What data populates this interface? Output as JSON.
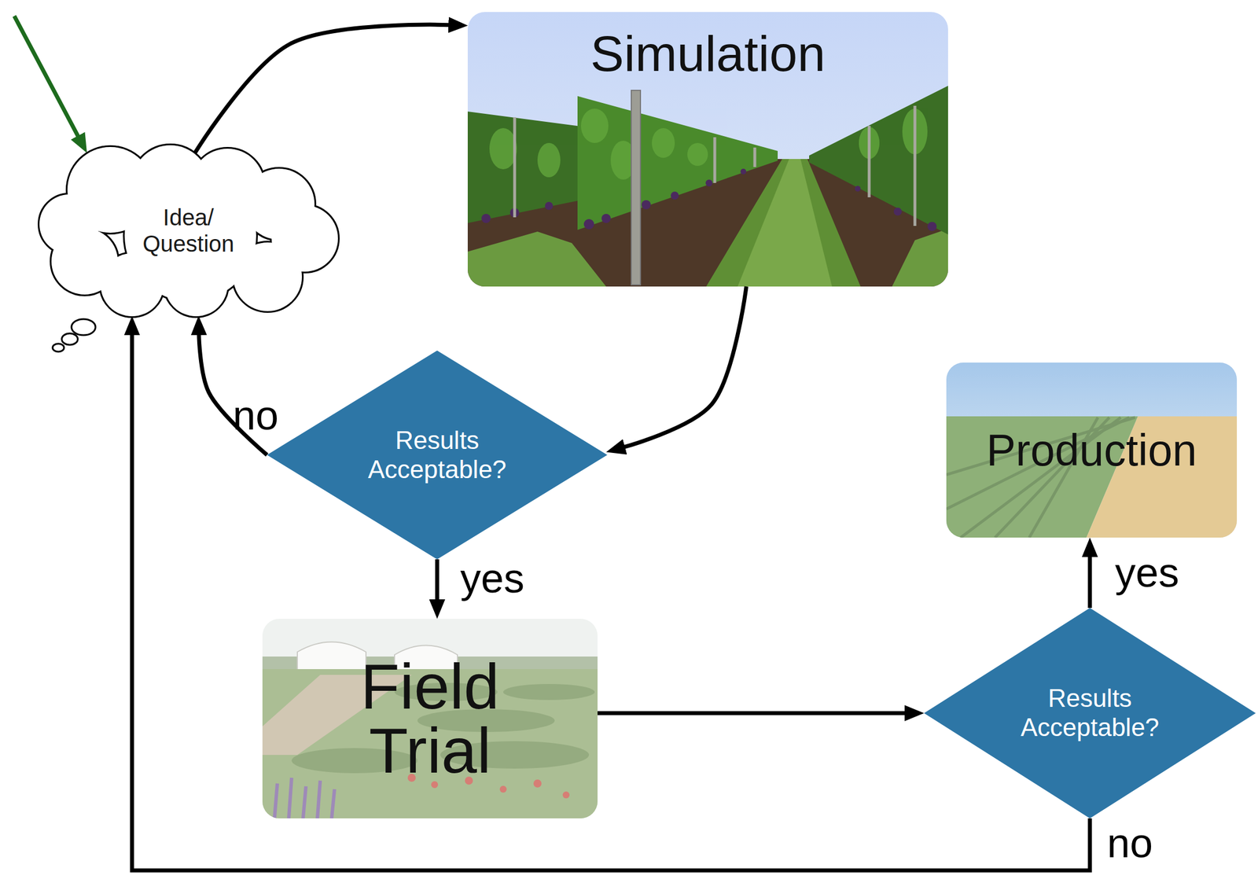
{
  "diagram": {
    "nodes": [
      {
        "text": [
          "Idea/ Question"
        ]
      },
      {
        "text": [
          "Simulation"
        ]
      },
      {
        "text": [
          "Results Acceptable?"
        ]
      },
      {
        "text": [
          "Field Trial"
        ]
      },
      {
        "text": [
          "Results Acceptable?"
        ]
      },
      {
        "text": [
          "Production"
        ]
      }
    ],
    "edges": [
      {
        "from": 0,
        "to": 1,
        "arrow": "to"
      },
      {
        "from": 1,
        "to": 2,
        "arrow": "to"
      },
      {
        "from": 2,
        "to": 0,
        "label": "no",
        "arrow": "to"
      },
      {
        "from": 2,
        "to": 3,
        "label": "yes",
        "arrow": "to"
      },
      {
        "from": 3,
        "to": 4,
        "arrow": "to"
      },
      {
        "from": 4,
        "to": 5,
        "label": "yes",
        "arrow": "to"
      },
      {
        "from": 4,
        "to": 0,
        "label": "no",
        "arrow": "to"
      }
    ]
  }
}
